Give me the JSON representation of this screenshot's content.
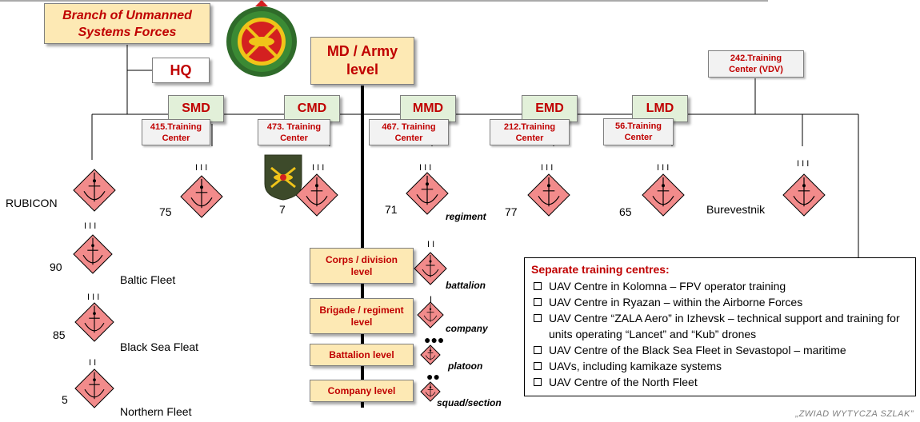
{
  "top_box": {
    "line1": "Branch of Unmanned",
    "line2": "Systems Forces"
  },
  "hq": "HQ",
  "md_box": {
    "line1": "MD / Army",
    "line2": "level"
  },
  "districts": [
    "SMD",
    "CMD",
    "MMD",
    "EMD",
    "LMD"
  ],
  "training_centers": [
    {
      "line1": "415.Training",
      "line2": "Center"
    },
    {
      "line1": "473. Training",
      "line2": "Center"
    },
    {
      "line1": "467. Training",
      "line2": "Center"
    },
    {
      "line1": "212.Training",
      "line2": "Center"
    },
    {
      "line1": "56.Training",
      "line2": "Center"
    }
  ],
  "vdv_center": {
    "line1": "242.Training",
    "line2": "Center (VDV)"
  },
  "unit_labels": {
    "rubicon": "RUBICON",
    "u75": "75",
    "u7": "7",
    "u71": "71",
    "u77": "77",
    "u65": "65",
    "burevestnik": "Burevestnik",
    "u90": "90",
    "u85": "85",
    "u5": "5"
  },
  "fleets": [
    "Baltic Fleet",
    "Black Sea Fleat",
    "Northern Fleet"
  ],
  "echelons": {
    "regiment": "regiment",
    "battalion": "battalion",
    "company": "company",
    "platoon": "platoon",
    "squad": "squad/section"
  },
  "levels": [
    {
      "line1": "Corps / division",
      "line2": "level"
    },
    {
      "line1": "Brigade / regiment",
      "line2": "level"
    },
    {
      "line1": "Battalion level",
      "line2": ""
    },
    {
      "line1": "Company level",
      "line2": ""
    }
  ],
  "separate": {
    "title": "Separate training centres:",
    "items": [
      "UAV Centre in Kolomna – FPV operator training",
      "UAV Centre in Ryazan – within the Airborne Forces",
      "UAV Centre “ZALA Aero” in Izhevsk – technical support and training for units operating “Lancet” and “Kub” drones",
      "UAV Centre of the Black Sea Fleet in Sevastopol – maritime",
      "UAVs, including kamikaze systems",
      "UAV Centre of the North Fleet"
    ]
  },
  "watermark": "„ZWIAD WYTYCZA SZLAK”",
  "colors": {
    "accent": "#c00000",
    "unit_fill": "#f28b8b",
    "level_fill": "#fde9b4",
    "district_fill": "#e2f0d9"
  },
  "icons": [
    "unmanned-systems-emblem-icon",
    "shoulder-patch-icon",
    "uav-unit-symbol-icon"
  ]
}
